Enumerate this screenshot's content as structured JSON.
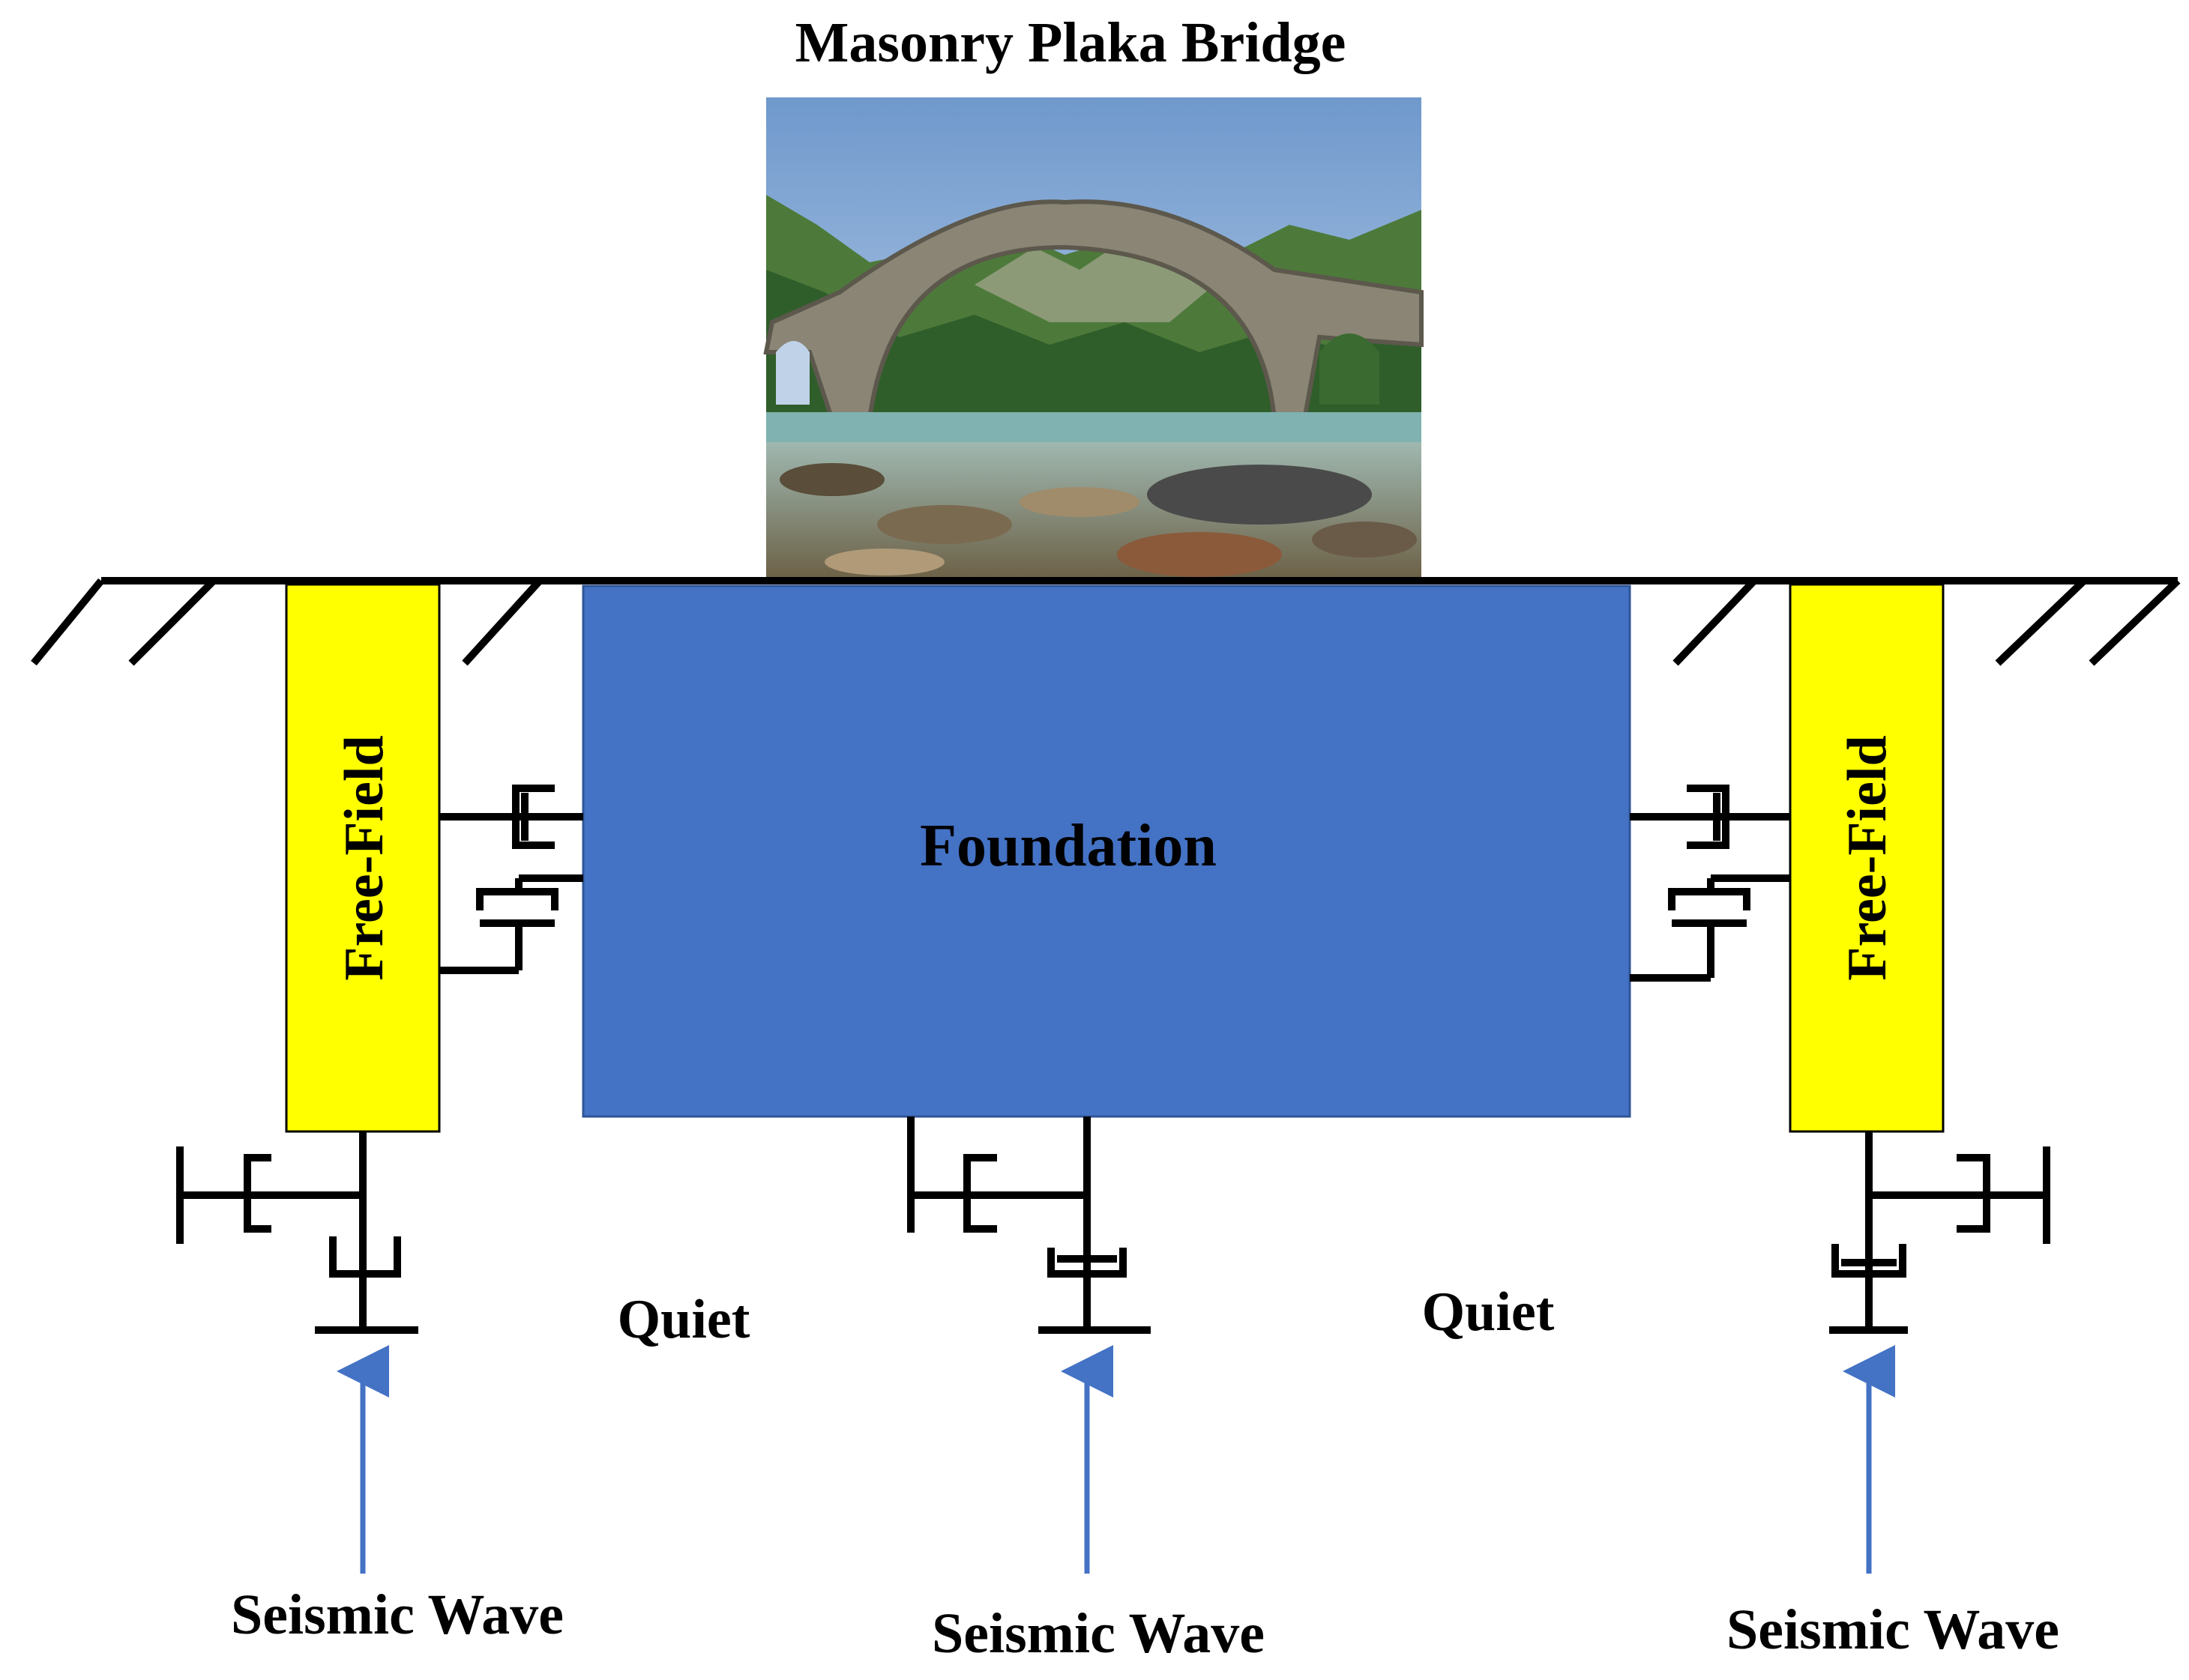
{
  "title": "Masonry Plaka Bridge",
  "foundation_label": "Foundation",
  "free_field_label": "Free-Field",
  "quiet_label": "Quiet",
  "seismic_wave_label": "Seismic Wave",
  "colors": {
    "foundation": "#4472C4",
    "free_field": "#FFFF00",
    "arrow": "#4472C4",
    "line": "#000000"
  },
  "icons": {
    "dashpot": "dashpot-icon",
    "ground": "ground-hatch-icon",
    "bridge_photo": "bridge-photo"
  }
}
